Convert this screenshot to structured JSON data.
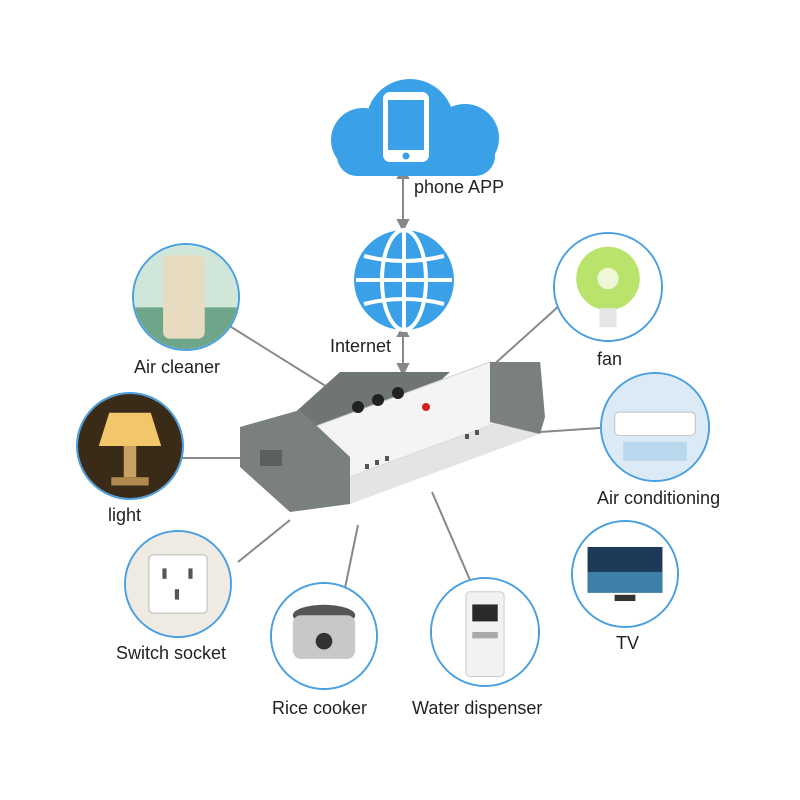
{
  "labels": {
    "phone_app": "phone APP",
    "internet": "Internet",
    "air_cleaner": "Air cleaner",
    "fan": "fan",
    "light": "light",
    "air_conditioning": "Air conditioning",
    "switch_socket": "Switch socket",
    "tv": "TV",
    "rice_cooker": "Rice cooker",
    "water_dispenser": "Water dispenser"
  },
  "icons": {
    "cloud": "cloud-icon",
    "phone": "smartphone-icon",
    "globe": "globe-icon"
  },
  "colors": {
    "accent_blue": "#3aa0e8",
    "circle_border": "#4a9fe0",
    "device_gray": "#7a7f80",
    "device_white": "#f2f2f2",
    "led_red": "#d62020",
    "connector_line": "#888888"
  }
}
